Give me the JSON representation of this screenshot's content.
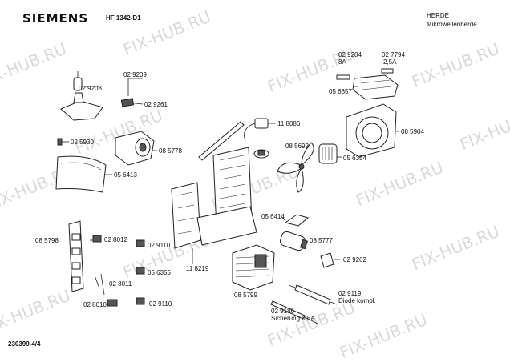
{
  "header": {
    "brand": "SIEMENS",
    "model": "HF 1342-D1",
    "category": "HERDE",
    "subcategory": "Mikrowellenherde"
  },
  "watermark": "FIX-HUB.RU",
  "parts": [
    {
      "number": "02 9208"
    },
    {
      "number": "02 9209"
    },
    {
      "number": "02 9261"
    },
    {
      "number": "02 5930"
    },
    {
      "number": "05 6413"
    },
    {
      "number": "08 5778"
    },
    {
      "number": "11 8086"
    },
    {
      "number": "08 5692"
    },
    {
      "number": "05 6354"
    },
    {
      "number": "08 5904"
    },
    {
      "number": "02 9204",
      "note": "8A"
    },
    {
      "number": "02 7794",
      "note": "2,5A"
    },
    {
      "number": "05 6357"
    },
    {
      "number": "05 6414"
    },
    {
      "number": "08 5777"
    },
    {
      "number": "02 9262"
    },
    {
      "number": "11 8219"
    },
    {
      "number": "08 5799"
    },
    {
      "number": "02 9119",
      "note": "Diode kompl."
    },
    {
      "number": "02 9186",
      "note": "Sicherung 0,5A"
    },
    {
      "number": "08 5798"
    },
    {
      "number": "02 8012"
    },
    {
      "number": "02 9110"
    },
    {
      "number": "05 6355"
    },
    {
      "number": "02 8011"
    },
    {
      "number": "02 8010"
    },
    {
      "number": "02 9110"
    }
  ],
  "footer": {
    "doc_id": "230399-4/4"
  }
}
